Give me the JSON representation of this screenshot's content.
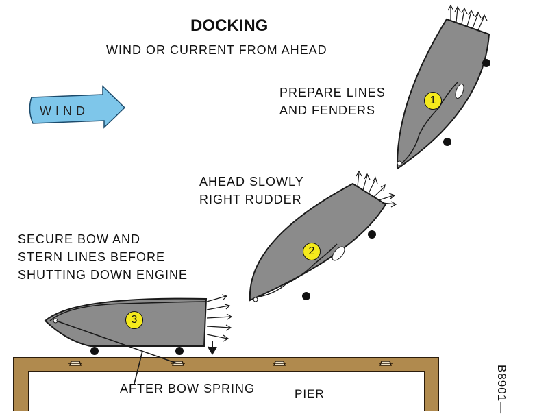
{
  "title": "DOCKING",
  "subtitle": "WIND OR CURRENT FROM AHEAD",
  "wind_label": "WIND",
  "steps": [
    {
      "number": "1",
      "note_lines": [
        "PREPARE LINES",
        "AND FENDERS"
      ]
    },
    {
      "number": "2",
      "note_lines": [
        "AHEAD SLOWLY",
        "RIGHT RUDDER"
      ]
    },
    {
      "number": "3",
      "note_lines": [
        "SECURE BOW AND",
        "STERN LINES BEFORE",
        "SHUTTING DOWN ENGINE"
      ]
    }
  ],
  "line_label": "AFTER BOW SPRING",
  "pier_label": "PIER",
  "figure_code": "B8901—",
  "colors": {
    "boat_hull": "#8b8b8b",
    "pier_wood": "#b08a4e",
    "wind_arrow": "#7ec6ea",
    "step_marker": "#f5ea1c",
    "fender": "#111111"
  }
}
